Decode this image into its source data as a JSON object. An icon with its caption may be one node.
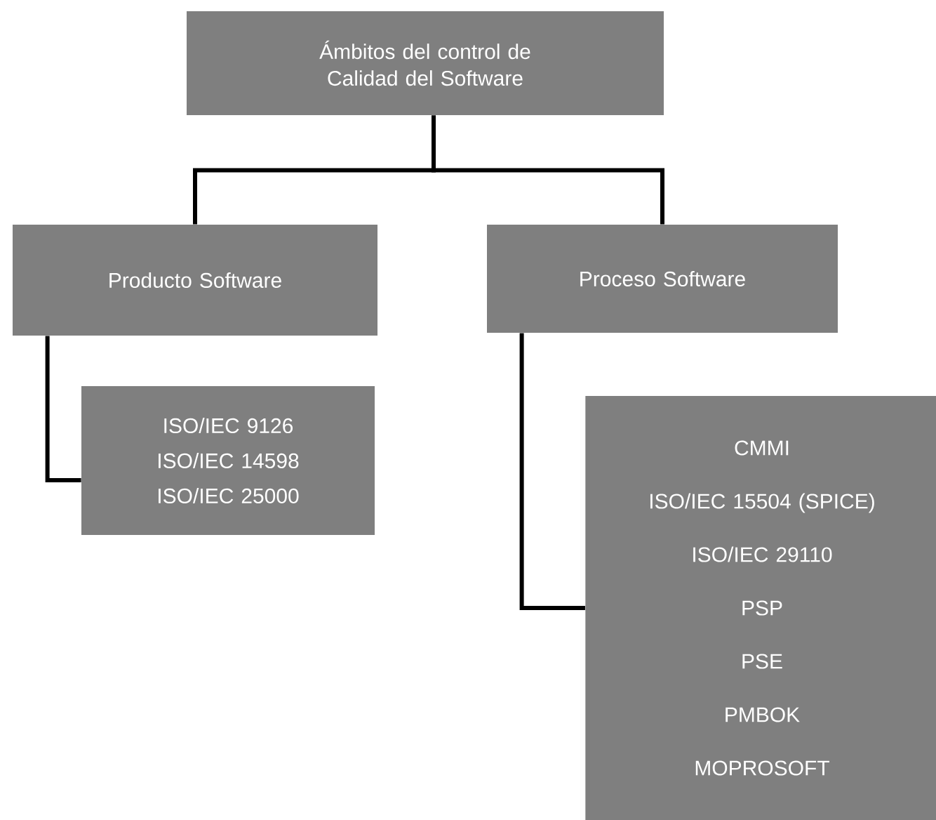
{
  "diagram": {
    "nodes": [
      {
        "text": [
          "Ámbitos del control de Calidad del Software"
        ]
      },
      {
        "text": [
          "Producto Software"
        ]
      },
      {
        "text": [
          "Proceso Software"
        ]
      },
      {
        "text": [
          "ISO/IEC 9126",
          "ISO/IEC 14598",
          "ISO/IEC 25000"
        ]
      },
      {
        "text": [
          "CMMI",
          "ISO/IEC 15504 (SPICE)",
          "ISO/IEC 29110",
          "PSP",
          "PSE",
          "PMBOK",
          "MOPROSOFT"
        ]
      }
    ],
    "edges": [
      {
        "from": 0,
        "to": 1,
        "arrow": "none"
      },
      {
        "from": 0,
        "to": 2,
        "arrow": "none"
      },
      {
        "from": 1,
        "to": 3,
        "arrow": "none"
      },
      {
        "from": 2,
        "to": 4,
        "arrow": "none"
      }
    ]
  }
}
